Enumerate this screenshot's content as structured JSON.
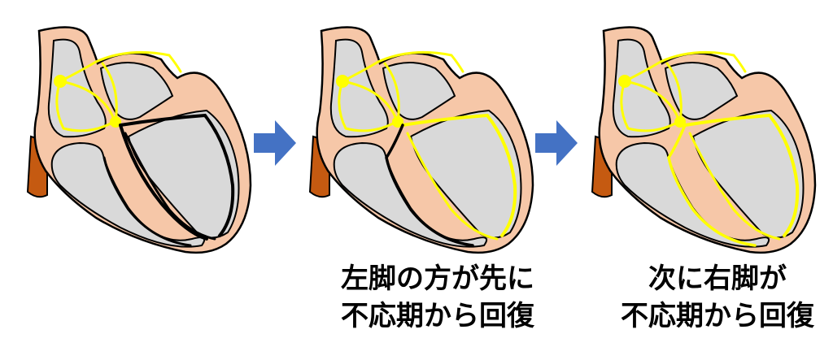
{
  "panels": [
    {
      "state": "all-conduction-black",
      "caption": []
    },
    {
      "state": "left-bundle-recovered",
      "caption": [
        "左脚の方が先に",
        "不応期から回復"
      ]
    },
    {
      "state": "both-bundles-recovered",
      "caption": [
        "次に右脚が",
        "不応期から回復"
      ]
    }
  ],
  "colors": {
    "muscle": "#f6c7a8",
    "outline": "#000000",
    "chamber": "#d9d9d9",
    "vessel": "#c55a11",
    "conduction_active": "#ffff00",
    "conduction_refractory": "#000000",
    "arrow": "#4472c4"
  },
  "icons": {
    "arrow": "right-arrow-icon"
  }
}
